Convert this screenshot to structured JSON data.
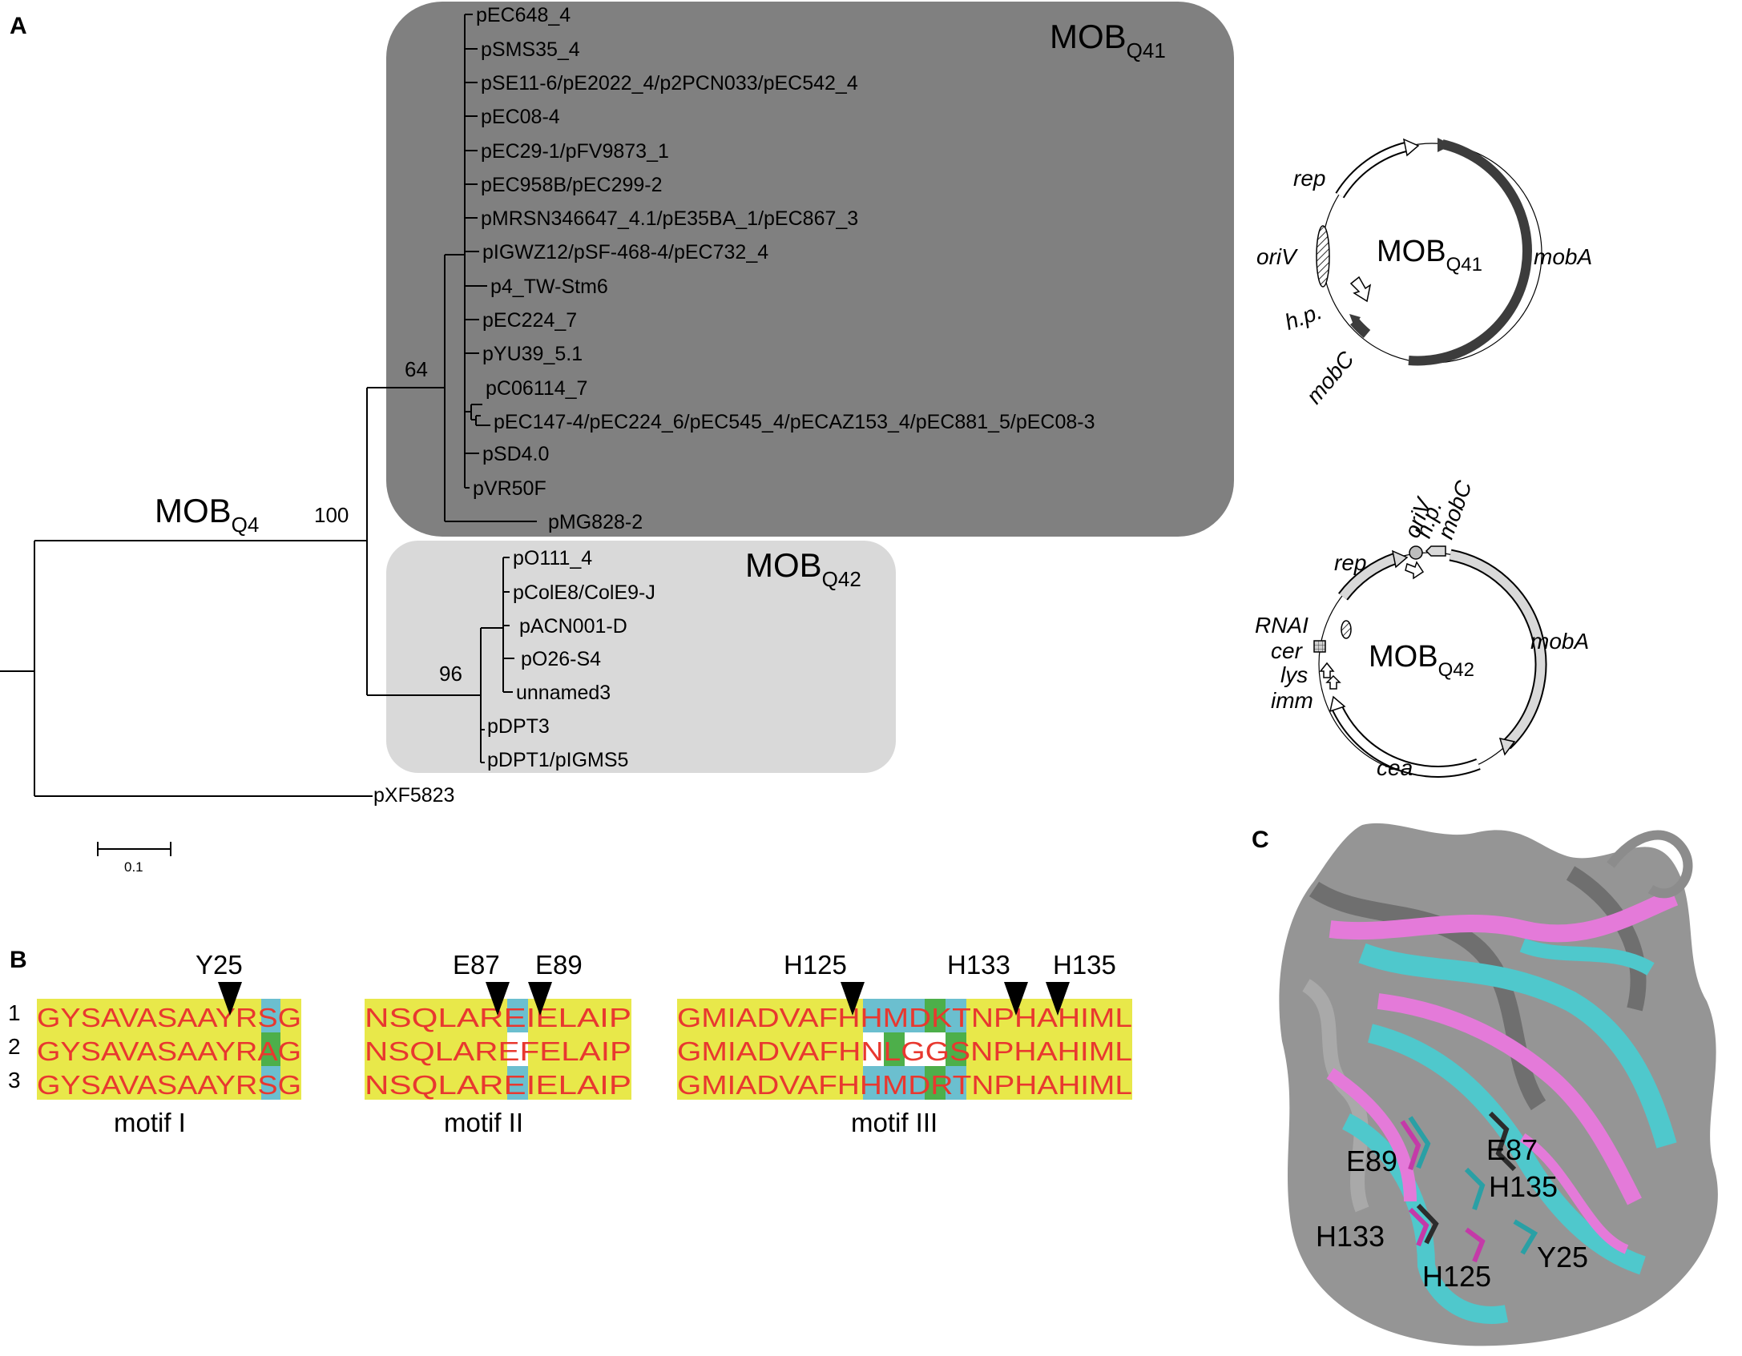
{
  "panel_labels": {
    "a": "A",
    "b": "B",
    "c": "C"
  },
  "colors": {
    "dark_clade_bg": "#808080",
    "light_clade_bg": "#d9d9d9",
    "mob_dark_fill": "#3c3c3c",
    "mob_light_fill": "#d9d9d9",
    "aln_yellow": "#e8e84a",
    "aln_blue": "#6bbfcf",
    "aln_green": "#4daf4a",
    "aln_red": "#e8382f",
    "structure_gray": "#8c8c8c",
    "structure_cyan": "#4fc8cc",
    "structure_magenta": "#e47ad9"
  },
  "tree": {
    "root_label": {
      "main": "MOB",
      "sub": "Q4"
    },
    "clade1_label": {
      "main": "MOB",
      "sub": "Q41"
    },
    "clade2_label": {
      "main": "MOB",
      "sub": "Q42"
    },
    "bootstrap": [
      "100",
      "64",
      "96"
    ],
    "clade1_leaves": [
      "pEC648_4",
      "pSMS35_4",
      "pSE11-6/pE2022_4/p2PCN033/pEC542_4",
      "pEC08-4",
      "pEC29-1/pFV9873_1",
      "pEC958B/pEC299-2",
      "pMRSN346647_4.1/pE35BA_1/pEC867_3",
      "pIGWZ12/pSF-468-4/pEC732_4",
      "p4_TW-Stm6",
      "pEC224_7",
      "pYU39_5.1",
      "pC06114_7",
      "pEC147-4/pEC224_6/pEC545_4/pECAZ153_4/pEC881_5/pEC08-3",
      "pSD4.0",
      "pVR50F",
      "pMG828-2"
    ],
    "clade2_leaves": [
      "pO111_4",
      "pColE8/ColE9-J",
      "pACN001-D",
      "pO26-S4",
      "unnamed3",
      "pDPT3",
      "pDPT1/pIGMS5"
    ],
    "outgroup": "pXF5823",
    "scale_label": "0.1"
  },
  "maps": {
    "q41": {
      "center": {
        "main": "MOB",
        "sub": "Q41"
      },
      "rep": "rep",
      "oriV": "oriV",
      "hp": "h.p.",
      "mobC": "mobC",
      "mobA": "mobA"
    },
    "q42": {
      "center": {
        "main": "MOB",
        "sub": "Q42"
      },
      "oriV": "oriV",
      "hp": "h.p.",
      "mobC": "mobC",
      "rep": "rep",
      "RNAI": "RNAI",
      "cer": "cer",
      "lys": "lys",
      "imm": "imm",
      "mobA": "mobA",
      "cea": "cea"
    }
  },
  "alignment": {
    "row_numbers": [
      "1",
      "2",
      "3"
    ],
    "motifs": [
      {
        "name": "motif I",
        "markers": [
          "Y25"
        ],
        "rows": [
          "GYSAVASAAYRSG",
          "GYSAVASAAYRAG",
          "GYSAVASAAYRSG"
        ]
      },
      {
        "name": "motif II",
        "markers": [
          "E87",
          "E89"
        ],
        "rows": [
          "NSQLAREIELAIP",
          "NSQLAREFELAIP",
          "NSQLAREIELAIP"
        ]
      },
      {
        "name": "motif III",
        "markers": [
          "H125",
          "H133",
          "H135"
        ],
        "rows": [
          "GMIADVAFHHMDKTNPHAHIML",
          "GMIADVAFHNLGGSNPHAHIML",
          "GMIADVAFHHMDRTNPHAHIML"
        ]
      }
    ]
  },
  "structure_labels": [
    "E87",
    "E89",
    "H135",
    "H133",
    "H125",
    "Y25"
  ]
}
